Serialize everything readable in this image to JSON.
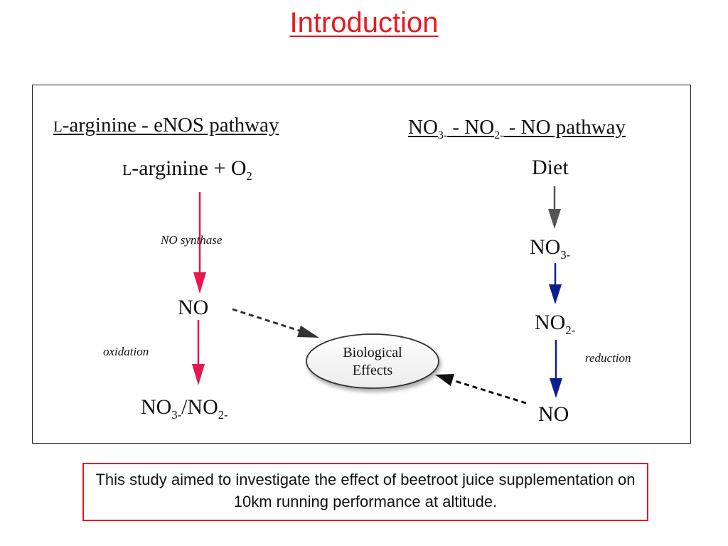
{
  "title": "Introduction",
  "left": {
    "heading_prefix": "L",
    "heading_part1": "-arginine - ",
    "heading_part2": "eNOS pathway",
    "substrate_prefix": "L",
    "substrate_text": "-arginine + O",
    "substrate_sub": "2",
    "enzyme_label": "NO synthase",
    "product": "NO",
    "oxidation_label": "oxidation",
    "end_no": "NO",
    "end_no_sub1": "3-",
    "end_sep": "/NO",
    "end_no_sub2": "2-"
  },
  "right": {
    "heading_no": "NO",
    "heading_sub1": "3-",
    "heading_mid": " - NO",
    "heading_sub2": "2-",
    "heading_end": " - NO pathway",
    "diet": "Diet",
    "nitrate": "NO",
    "nitrate_sub": "3-",
    "nitrite": "NO",
    "nitrite_sub": "2-",
    "reduction_label": "reduction",
    "end_no": "NO"
  },
  "center": {
    "effects_line1": "Biological",
    "effects_line2": "Effects"
  },
  "aim": "This study aimed to investigate the effect of beetroot juice supplementation on 10km running performance at altitude.",
  "colors": {
    "title": "#e8191f",
    "red_arrow": "#e8174f",
    "gray_arrow": "#555555",
    "blue_arrow": "#0d1f8c",
    "dashed_arrow": "#333333",
    "aim_border": "#e8191f"
  }
}
